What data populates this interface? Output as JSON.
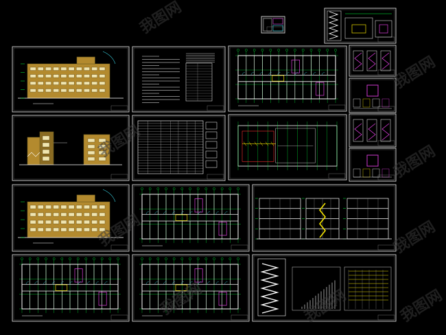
{
  "sheet_set": {
    "background": "#000000",
    "frame_color": "#d9d9d9",
    "colors": {
      "facade_fill": "#b38a2e",
      "facade_dark": "#6b5a1e",
      "green_lines": "#00ff3c",
      "cyan_lines": "#39d6e6",
      "magenta": "#e040e0",
      "yellow": "#f2e200",
      "white": "#ffffff",
      "red": "#ff3030",
      "grey_text": "#bdbdbd"
    }
  },
  "sheets": [
    {
      "id": "legend-chip",
      "kind": "small"
    },
    {
      "id": "stair-detail-top",
      "kind": "stair_small"
    },
    {
      "id": "main-facade-elevation",
      "kind": "facade"
    },
    {
      "id": "design-notes",
      "kind": "text_notes"
    },
    {
      "id": "ground-floor-plan",
      "kind": "plan"
    },
    {
      "id": "details-1",
      "kind": "details_small"
    },
    {
      "id": "details-2",
      "kind": "details_small"
    },
    {
      "id": "side-elevations",
      "kind": "side_elev"
    },
    {
      "id": "door-window-table",
      "kind": "table"
    },
    {
      "id": "roof-plan",
      "kind": "roof"
    },
    {
      "id": "details-3",
      "kind": "details_small"
    },
    {
      "id": "details-4",
      "kind": "details_small"
    },
    {
      "id": "rear-elevation",
      "kind": "facade"
    },
    {
      "id": "second-floor-plan",
      "kind": "plan"
    },
    {
      "id": "sections",
      "kind": "section"
    },
    {
      "id": "third-floor-plan",
      "kind": "plan"
    },
    {
      "id": "fourth-floor-plan",
      "kind": "plan"
    },
    {
      "id": "stair-sections",
      "kind": "stair_big"
    }
  ],
  "watermark": {
    "text": "我图网",
    "positions_count": 9
  }
}
